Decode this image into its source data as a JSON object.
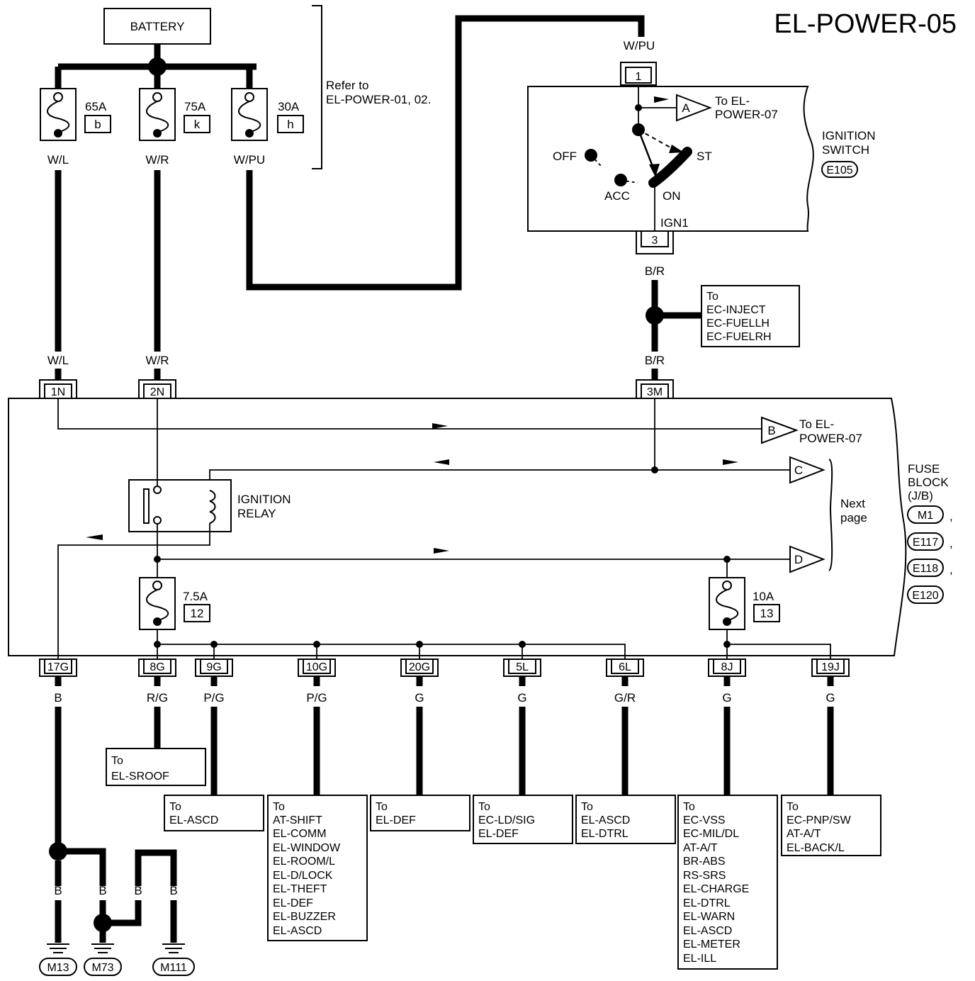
{
  "title": "EL-POWER-05",
  "battery": {
    "label": "BATTERY"
  },
  "refer_note": {
    "line1": "Refer to",
    "line2": "EL-POWER-01, 02."
  },
  "fusible_links": [
    {
      "amp": "65A",
      "id": "b",
      "wire_top": "W/L"
    },
    {
      "amp": "75A",
      "id": "k",
      "wire_top": "W/R"
    },
    {
      "amp": "30A",
      "id": "h",
      "wire_top": "W/PU"
    }
  ],
  "ignition_switch": {
    "wire_in": "W/PU",
    "pin_in": "1",
    "pin_out": "3",
    "connector": "E105",
    "title_line1": "IGNITION",
    "title_line2": "SWITCH",
    "positions": {
      "off": "OFF",
      "acc": "ACC",
      "on": "ON",
      "st": "ST"
    },
    "ign_label": "IGN1",
    "arrow_a": {
      "letter": "A",
      "line1": "To EL-",
      "line2": "POWER-07"
    }
  },
  "br_wire": {
    "top": "B/R",
    "bottom": "B/R"
  },
  "ec_box": {
    "lines": [
      "To",
      "EC-INJECT",
      "EC-FUELLH",
      "EC-FUELRH"
    ]
  },
  "fuse_block": {
    "title_lines": [
      "FUSE",
      "BLOCK",
      "(J/B)"
    ],
    "connectors": [
      "M1",
      "E117",
      "E118",
      "E120"
    ],
    "separators": [
      ",",
      ",",
      ","
    ],
    "top_wires": [
      {
        "wire": "W/L",
        "pin": "1N"
      },
      {
        "wire": "W/R",
        "pin": "2N"
      },
      {
        "wire": "B/R",
        "pin": "3M"
      }
    ],
    "arrow_b": {
      "letter": "B",
      "line1": "To EL-",
      "line2": "POWER-07"
    },
    "arrow_c": {
      "letter": "C"
    },
    "arrow_d": {
      "letter": "D"
    },
    "next_page": {
      "line1": "Next",
      "line2": "page"
    },
    "relay": {
      "line1": "IGNITION",
      "line2": "RELAY"
    },
    "fuse_12": {
      "amp": "7.5A",
      "id": "12"
    },
    "fuse_13": {
      "amp": "10A",
      "id": "13"
    }
  },
  "bottom_pins": [
    {
      "pin": "17G",
      "wire": "B"
    },
    {
      "pin": "8G",
      "wire": "R/G"
    },
    {
      "pin": "9G",
      "wire": "P/G"
    },
    {
      "pin": "10G",
      "wire": "P/G"
    },
    {
      "pin": "20G",
      "wire": "G"
    },
    {
      "pin": "5L",
      "wire": "G"
    },
    {
      "pin": "6L",
      "wire": "G/R"
    },
    {
      "pin": "8J",
      "wire": "G"
    },
    {
      "pin": "19J",
      "wire": "G"
    }
  ],
  "destinations": {
    "sroof": [
      "To",
      "EL-SROOF"
    ],
    "ascd": [
      "To",
      "EL-ASCD"
    ],
    "shift": [
      "To",
      "AT-SHIFT",
      "EL-COMM",
      "EL-WINDOW",
      "EL-ROOM/L",
      "EL-D/LOCK",
      "EL-THEFT",
      "EL-DEF",
      "EL-BUZZER",
      "EL-ASCD"
    ],
    "def": [
      "To",
      "EL-DEF"
    ],
    "ldsig": [
      "To",
      "EC-LD/SIG",
      "EL-DEF"
    ],
    "dtrl": [
      "To",
      "EL-ASCD",
      "EL-DTRL"
    ],
    "vss": [
      "To",
      "EC-VSS",
      "EC-MIL/DL",
      "AT-A/T",
      "BR-ABS",
      "RS-SRS",
      "EL-CHARGE",
      "EL-DTRL",
      "EL-WARN",
      "EL-ASCD",
      "EL-METER",
      "EL-ILL"
    ],
    "pnp": [
      "To",
      "EC-PNP/SW",
      "AT-A/T",
      "EL-BACK/L"
    ]
  },
  "ground": {
    "wires": [
      "B",
      "B",
      "B",
      "B"
    ],
    "labels": [
      "M13",
      "M73",
      "M111"
    ]
  }
}
